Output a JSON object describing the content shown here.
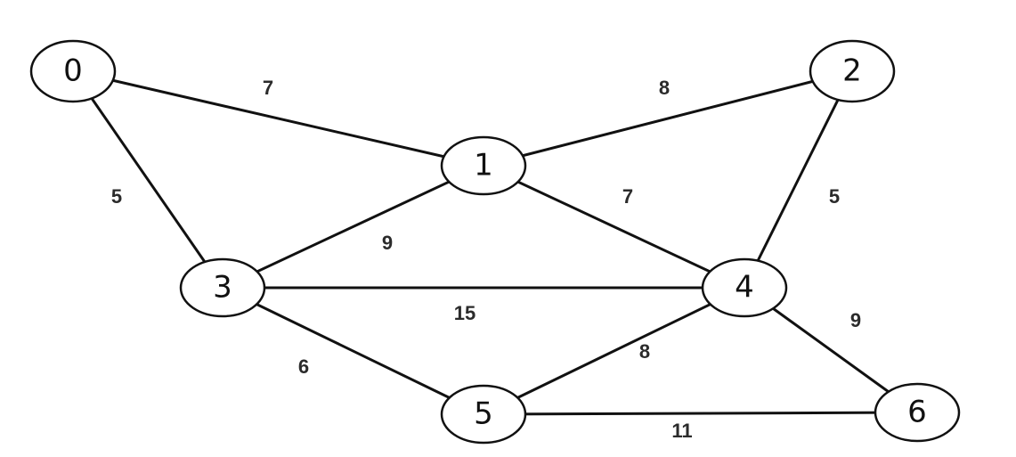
{
  "graph": {
    "nodes": [
      {
        "id": "0",
        "label": "0"
      },
      {
        "id": "1",
        "label": "1"
      },
      {
        "id": "2",
        "label": "2"
      },
      {
        "id": "3",
        "label": "3"
      },
      {
        "id": "4",
        "label": "4"
      },
      {
        "id": "5",
        "label": "5"
      },
      {
        "id": "6",
        "label": "6"
      }
    ],
    "edges": [
      {
        "from": "0",
        "to": "1",
        "weight": "7"
      },
      {
        "from": "0",
        "to": "3",
        "weight": "5"
      },
      {
        "from": "1",
        "to": "2",
        "weight": "8"
      },
      {
        "from": "1",
        "to": "3",
        "weight": "9"
      },
      {
        "from": "1",
        "to": "4",
        "weight": "7"
      },
      {
        "from": "2",
        "to": "4",
        "weight": "5"
      },
      {
        "from": "3",
        "to": "4",
        "weight": "15"
      },
      {
        "from": "3",
        "to": "5",
        "weight": "6"
      },
      {
        "from": "4",
        "to": "5",
        "weight": "8"
      },
      {
        "from": "4",
        "to": "6",
        "weight": "9"
      },
      {
        "from": "5",
        "to": "6",
        "weight": "11"
      }
    ],
    "colors": {
      "stroke": "#111111",
      "background": "#ffffff",
      "weight_text": "#2b2b2b"
    }
  }
}
